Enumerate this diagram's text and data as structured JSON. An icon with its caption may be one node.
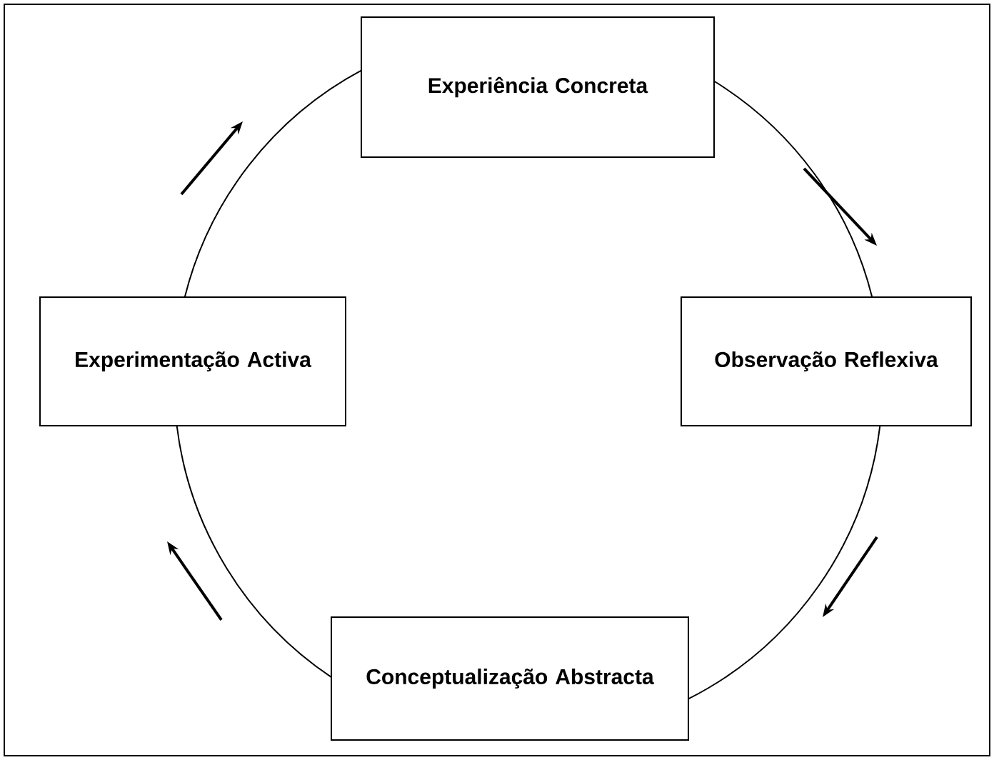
{
  "diagram": {
    "nodes": [
      {
        "text": [
          "Experiência Concreta"
        ]
      },
      {
        "text": [
          "Observação Reflexiva"
        ]
      },
      {
        "text": [
          "Conceptualização Abstracta"
        ]
      },
      {
        "text": [
          "Experimentação Activa"
        ]
      }
    ],
    "edges": [
      {
        "from": 0,
        "to": 1,
        "arrow": "none"
      },
      {
        "from": 1,
        "to": 2,
        "arrow": "none"
      },
      {
        "from": 2,
        "to": 3,
        "arrow": "none"
      },
      {
        "from": 3,
        "to": 0,
        "arrow": "none"
      }
    ]
  }
}
